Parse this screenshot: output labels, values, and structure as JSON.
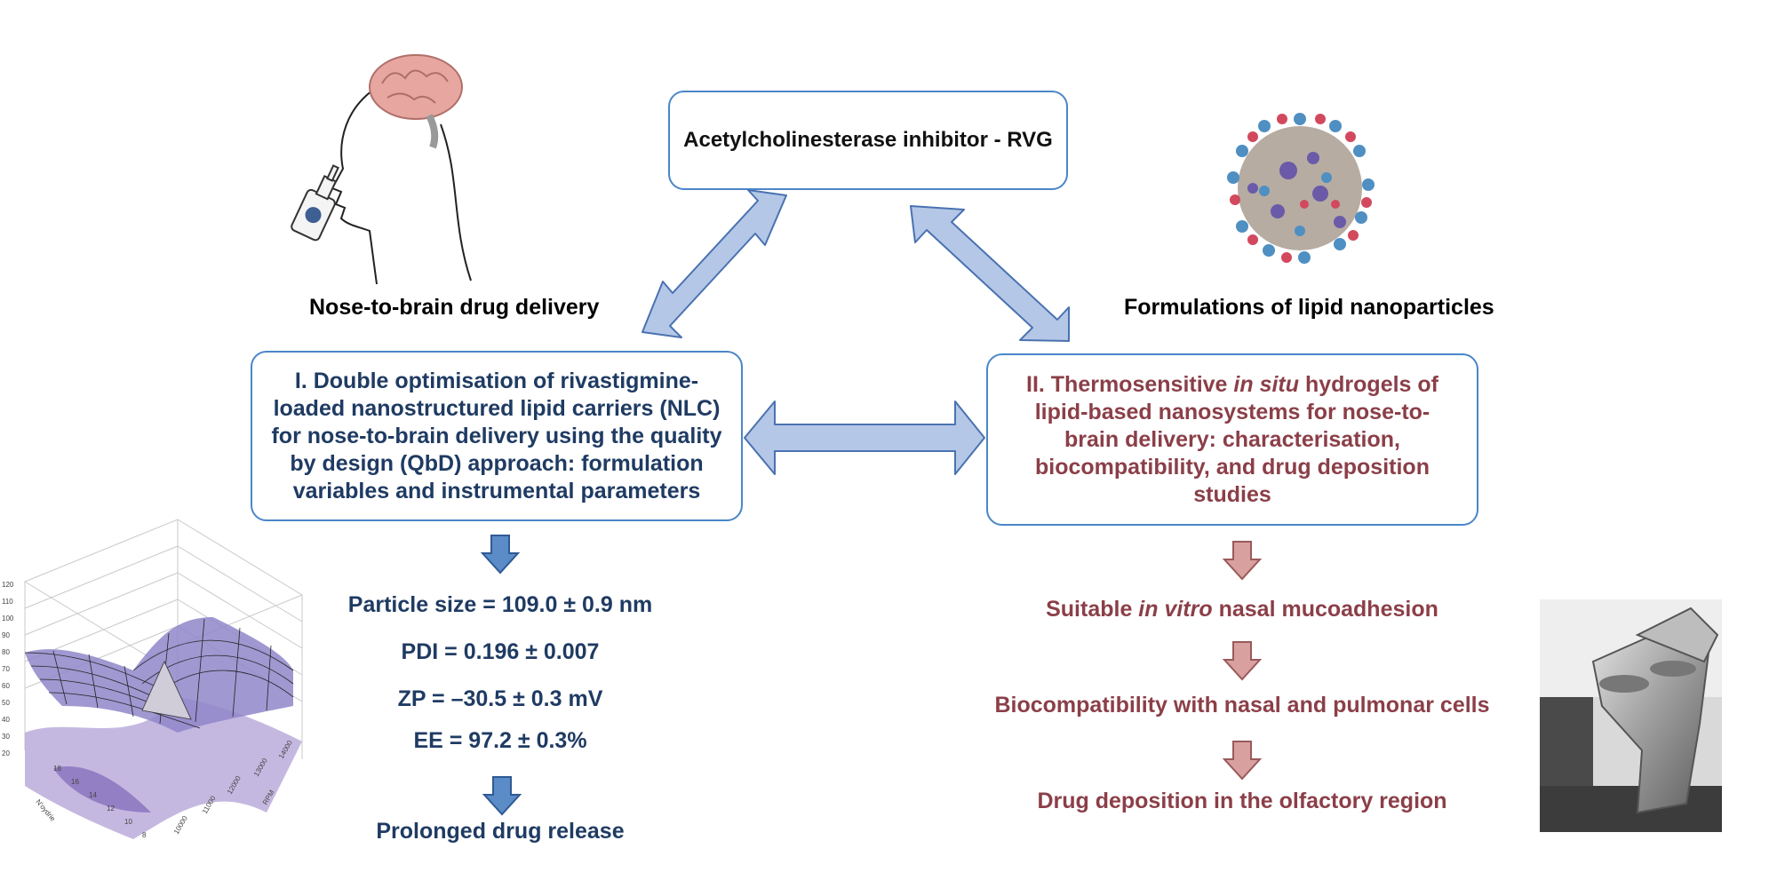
{
  "top_box": {
    "text": "Acetylcholinesterase inhibitor - RVG"
  },
  "left_caption": "Nose-to-brain drug delivery",
  "right_caption": "Formulations of lipid nanoparticles",
  "left_box": {
    "text": "I. Double optimisation of rivastigmine-loaded nanostructured lipid carriers (NLC) for nose-to-brain delivery using the quality by design (QbD) approach: formulation variables and instrumental parameters"
  },
  "right_box": {
    "prefix": "II. Thermosensitive ",
    "italic": "in situ",
    "suffix": " hydrogels of lipid-based nanosystems for nose-to-brain delivery: characterisation, biocompatibility, and drug deposition studies"
  },
  "left_results": [
    "Particle size = 109.0 ± 0.9 nm",
    "PDI = 0.196 ± 0.007",
    "ZP = –30.5 ± 0.3 mV",
    "EE = 97.2 ± 0.3%",
    "Prolonged drug release"
  ],
  "right_results": {
    "mucoadhesion_prefix": "Suitable ",
    "mucoadhesion_italic": "in vitro",
    "mucoadhesion_suffix": " nasal mucoadhesion",
    "biocompat": "Biocompatibility with nasal and pulmonar cells",
    "deposition": "Drug deposition in the olfactory region"
  },
  "surface_plot": {
    "z_ticks": [
      "120",
      "110",
      "100",
      "90",
      "80",
      "70",
      "60",
      "50",
      "40",
      "30",
      "20"
    ],
    "x_axis_label": "N'oydrie",
    "y_axis_label": "RPM",
    "y_ticks": [
      "14000",
      "13000",
      "12000",
      "11000",
      "10000"
    ],
    "x_ticks": [
      "18",
      "16",
      "14",
      "12",
      "10",
      "8"
    ]
  },
  "colors": {
    "box_border": "#4a86c8",
    "arrow_fill": "#b4c7e7",
    "arrow_stroke": "#4a72b0",
    "blue_text": "#1f3b63",
    "red_text": "#8b3f48",
    "down_arrow_blue": "#5b8cc8",
    "down_arrow_red": "#d9a0a0"
  }
}
